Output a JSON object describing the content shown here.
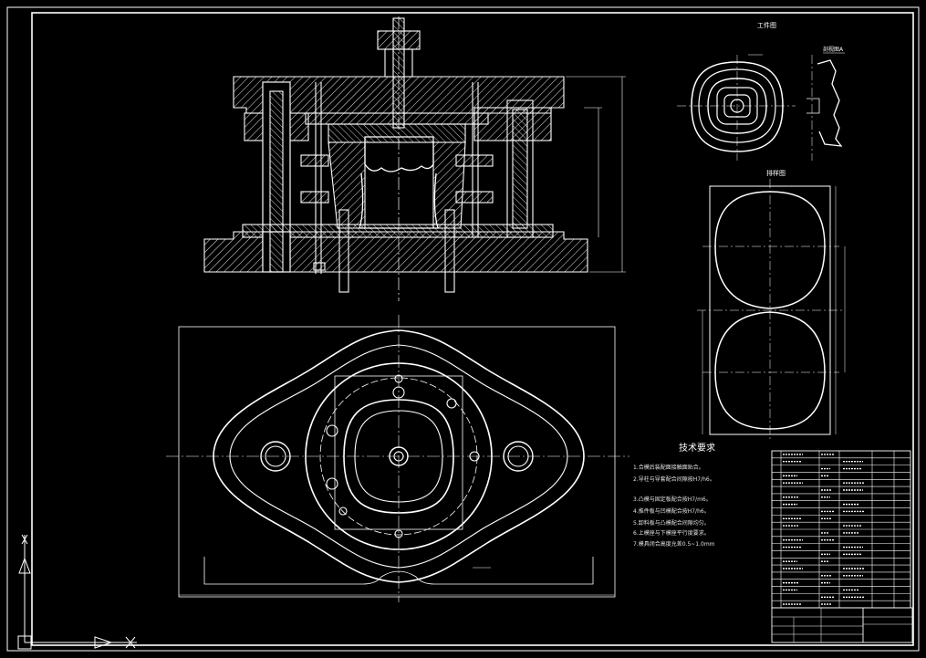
{
  "drawing": {
    "technical_requirements": {
      "title": "技术要求",
      "items": [
        "1.合模后装配面接触面贴合。",
        "2.导柱与导套配合间隙按H7/h6。",
        "3.凸模与固定板配合按H7/m6。",
        "4.推件板与凹模配合按H7/h6。",
        "5.卸料板与凸模配合间隙均匀。",
        "6.上模座与下模座平行度要求。",
        "7.模具闭合高度允差0.5~1.0mm"
      ]
    },
    "views": {
      "part_label": "工件图",
      "part_section_label": "剖视图A",
      "layout_label": "排样图"
    },
    "bom_rows": 22
  }
}
